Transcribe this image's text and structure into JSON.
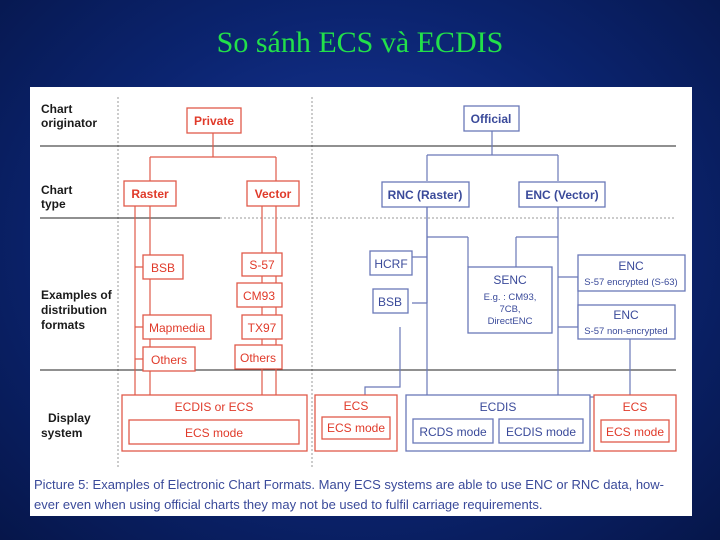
{
  "title": "So sánh ECS và ECDIS",
  "rows": {
    "originator": [
      "Chart",
      "originator"
    ],
    "type": [
      "Chart",
      "type"
    ],
    "formats": [
      "Examples of",
      "distribution",
      "formats"
    ],
    "display": [
      "Display",
      "system"
    ]
  },
  "nodes": {
    "private": "Private",
    "official": "Official",
    "raster": "Raster",
    "vector": "Vector",
    "rnc": "RNC (Raster)",
    "enc": "ENC (Vector)",
    "bsb_left": "BSB",
    "s57": "S-57",
    "cm93": "CM93",
    "mapmedia": "Mapmedia",
    "tx97": "TX97",
    "others1": "Others",
    "others2": "Others",
    "hcrf": "HCRF",
    "bsb_right": "BSB",
    "senc_title": "SENC",
    "senc_lines": [
      "E.g. : CM93,",
      "7CB,",
      "DirectENC"
    ],
    "enc1_title": "ENC",
    "enc1_sub": "S-57 encrypted (S-63)",
    "enc2_title": "ENC",
    "enc2_sub": "S-57 non-encrypted"
  },
  "display": {
    "ecdis_or_ecs": "ECDIS or ECS",
    "ecs_mode_left": "ECS mode",
    "ecs_mid": "ECS",
    "ecs_mode_mid": "ECS mode",
    "ecdis": "ECDIS",
    "rcds_mode": "RCDS mode",
    "ecdis_mode": "ECDIS mode",
    "ecs_right": "ECS",
    "ecs_mode_right": "ECS mode"
  },
  "caption": [
    "Picture 5: Examples of Electronic Chart Formats. Many ECS systems are able to use ENC or RNC data, how-",
    "ever even when using official charts they may not be used to fulfil carriage requirements."
  ]
}
